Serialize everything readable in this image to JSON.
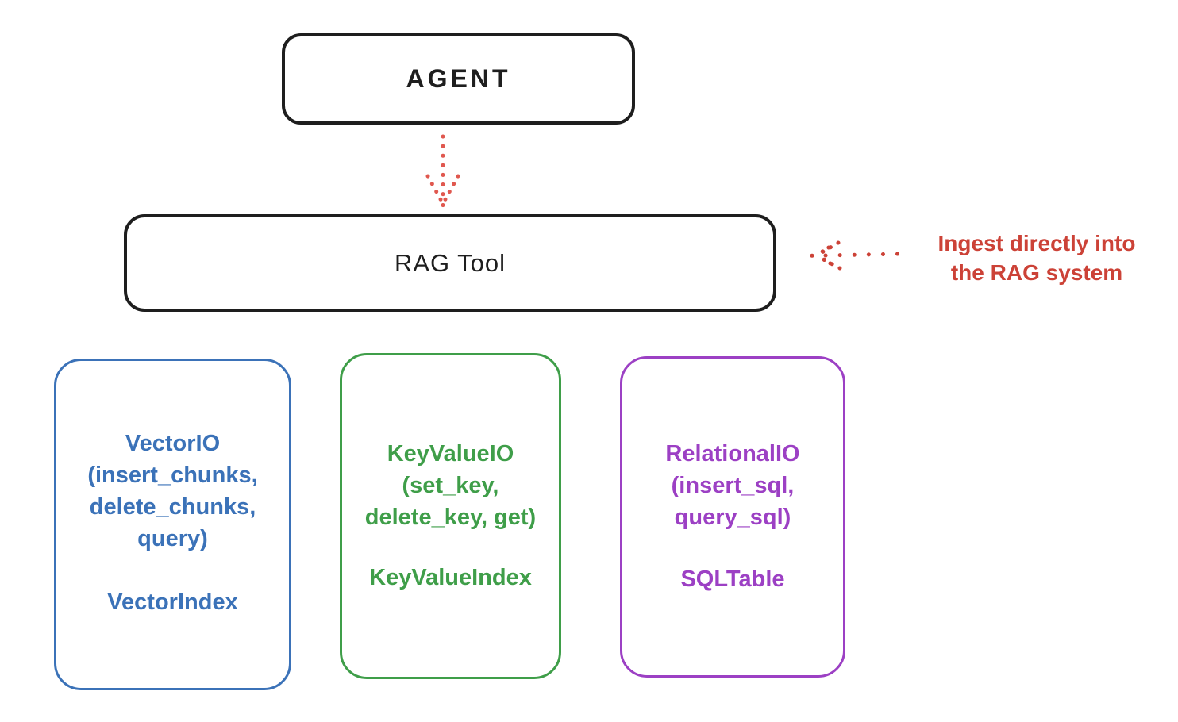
{
  "diagram": {
    "title_hint": "RAG Tool architecture sketch",
    "colors": {
      "background": "#ffffff",
      "black": "#1e1e1e",
      "red_annotation": "#cc4237",
      "red_arrow": "#e0584f",
      "blue": "#3b72b8",
      "green": "#3f9e49",
      "purple": "#9c40c4"
    },
    "agent": {
      "label": "AGENT"
    },
    "rag_tool": {
      "label": "RAG Tool"
    },
    "annotation": {
      "line1": "Ingest directly into",
      "line2": "the RAG system"
    },
    "stores": [
      {
        "id": "vector-io",
        "lines": [
          "VectorIO",
          "(insert_chunks,",
          "delete_chunks,",
          "query)"
        ],
        "index_label": "VectorIndex"
      },
      {
        "id": "keyvalue-io",
        "lines": [
          "KeyValueIO",
          "(set_key,",
          "delete_key, get)"
        ],
        "index_label": "KeyValueIndex"
      },
      {
        "id": "relational-io",
        "lines": [
          "RelationalIO",
          "(insert_sql,",
          "query_sql)"
        ],
        "index_label": "SQLTable"
      }
    ]
  }
}
